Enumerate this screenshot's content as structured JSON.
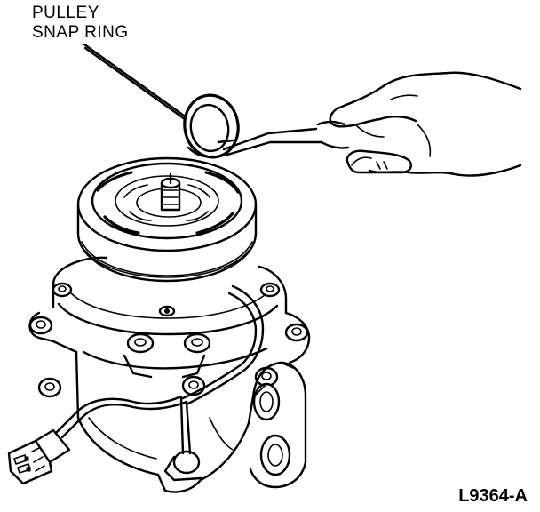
{
  "callout": {
    "line1": "PULLEY",
    "line2": "SNAP RING"
  },
  "figure_id": "L9364-A",
  "colors": {
    "ink": "#000000",
    "paper": "#ffffff"
  }
}
